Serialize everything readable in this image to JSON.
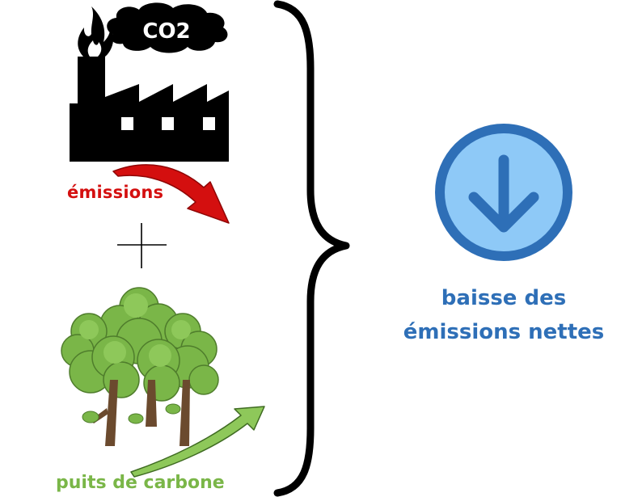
{
  "diagram": {
    "factory": {
      "cloud_text": "CO2",
      "color": "#000000"
    },
    "emissions": {
      "label": "émissions",
      "color": "#d40f0f"
    },
    "plus_sign": "+",
    "carbon_sinks": {
      "label": "puits de carbone",
      "color": "#7ab648"
    },
    "result": {
      "line1": "baisse des",
      "line2": "émissions nettes",
      "color": "#2e6fb7",
      "icon": "arrow-down-circle-icon",
      "icon_fill": "#8ec9f7",
      "icon_ring": "#2e6fb7"
    }
  }
}
